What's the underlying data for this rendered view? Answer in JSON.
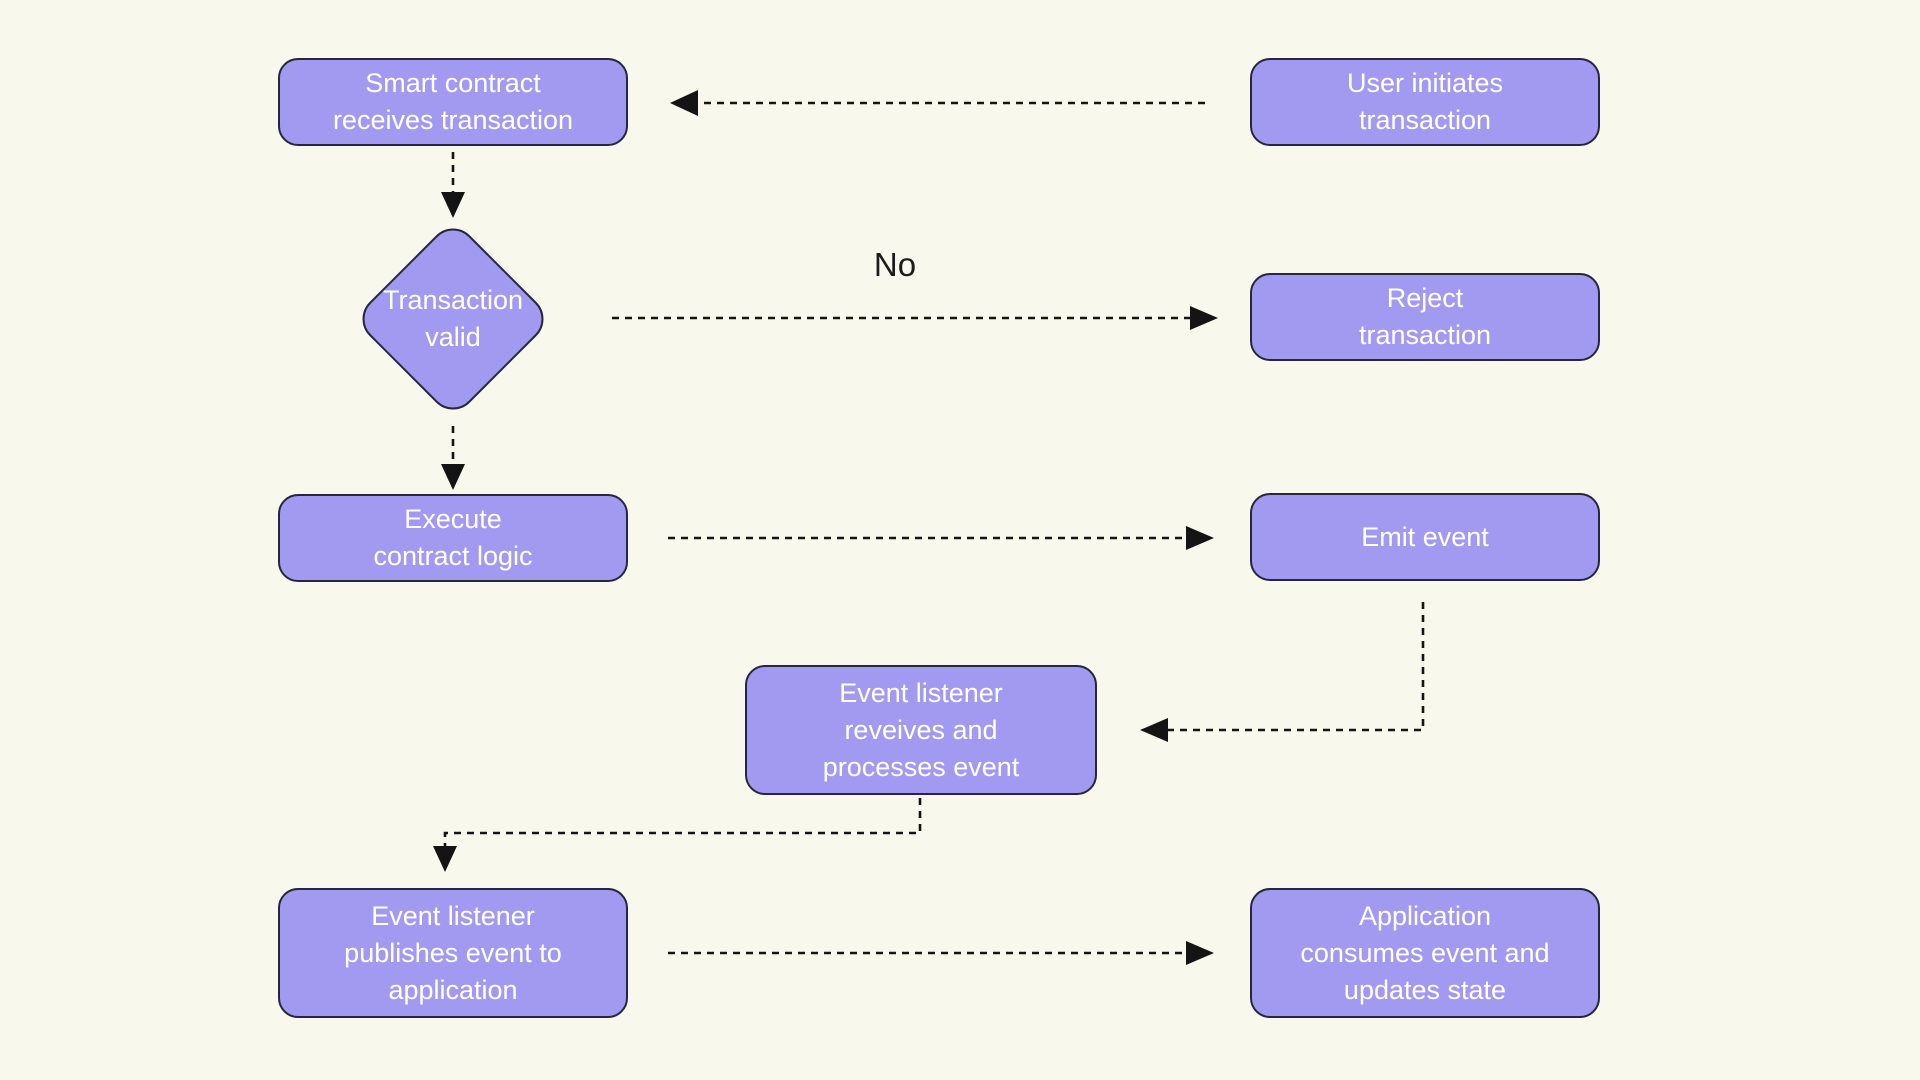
{
  "diagram": {
    "description": "Smart contract event flow diagram",
    "background_color": "#f8f8ec",
    "node_fill_color": "#a29af0",
    "node_border_color": "#26263f",
    "node_text_color": "#ffffff",
    "arrow_color": "#141414",
    "nodes": {
      "smart_contract": {
        "shape": "rounded-rect",
        "label": "Smart contract\nreceives  transaction"
      },
      "user_initiates": {
        "shape": "rounded-rect",
        "label": "User initiates\ntransaction"
      },
      "transaction_valid": {
        "shape": "diamond",
        "label": "Transaction\nvalid"
      },
      "reject": {
        "shape": "rounded-rect",
        "label": "Reject\ntransaction"
      },
      "execute": {
        "shape": "rounded-rect",
        "label": "Execute\ncontract logic"
      },
      "emit": {
        "shape": "rounded-rect",
        "label": "Emit event"
      },
      "listener_processes": {
        "shape": "rounded-rect",
        "label": "Event listener\nreveives and\nprocesses event"
      },
      "listener_publishes": {
        "shape": "rounded-rect",
        "label": "Event listener\npublishes event to\napplication"
      },
      "app_consumes": {
        "shape": "rounded-rect",
        "label": "Application\nconsumes event and\nupdates state"
      }
    },
    "edge_labels": {
      "no": "No"
    },
    "edges": [
      {
        "from": "user_initiates",
        "to": "smart_contract",
        "style": "dashed"
      },
      {
        "from": "smart_contract",
        "to": "transaction_valid",
        "style": "dashed"
      },
      {
        "from": "transaction_valid",
        "to": "reject",
        "style": "dashed",
        "label": "No"
      },
      {
        "from": "transaction_valid",
        "to": "execute",
        "style": "dashed"
      },
      {
        "from": "execute",
        "to": "emit",
        "style": "dashed"
      },
      {
        "from": "emit",
        "to": "listener_processes",
        "style": "dashed"
      },
      {
        "from": "listener_processes",
        "to": "listener_publishes",
        "style": "dashed"
      },
      {
        "from": "listener_publishes",
        "to": "app_consumes",
        "style": "dashed"
      }
    ]
  }
}
